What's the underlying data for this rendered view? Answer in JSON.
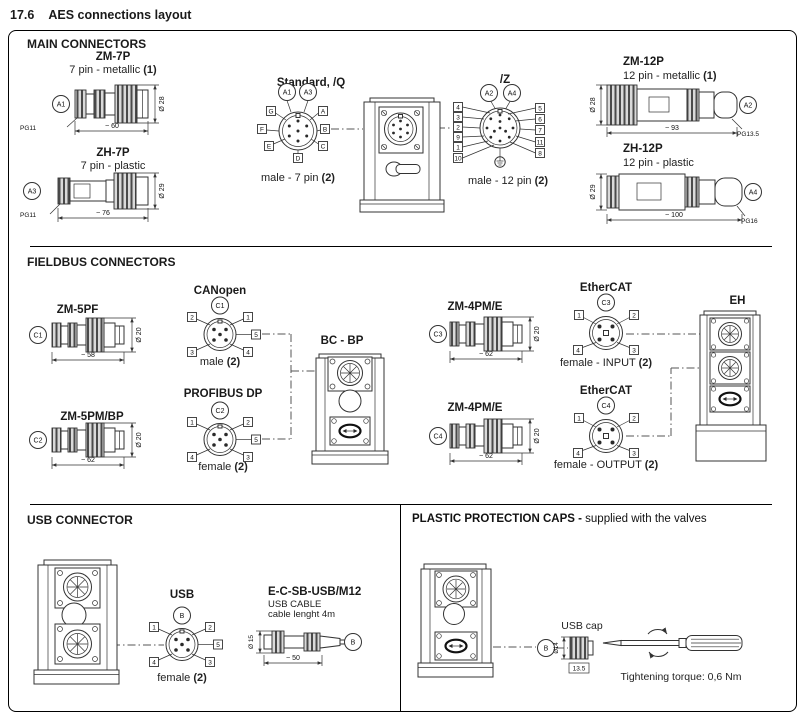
{
  "page": {
    "title_num": "17.6",
    "title_text": "AES connections layout"
  },
  "sections": {
    "main": "MAIN CONNECTORS",
    "fieldbus": "FIELDBUS CONNECTORS",
    "usb": "USB CONNECTOR",
    "caps_bold": "PLASTIC PROTECTION CAPS - ",
    "caps_rest": "supplied with the valves"
  },
  "main": {
    "zm7p": {
      "name": "ZM-7P",
      "sub": "7 pin - metallic ",
      "note": "(1)",
      "ref": "A1",
      "pg": "PG11",
      "len": "~ 60",
      "dia": "Ø 28"
    },
    "zh7p": {
      "name": "ZH-7P",
      "sub": "7 pin - plastic",
      "ref": "A3",
      "pg": "PG11",
      "len": "~ 76",
      "dia": "Ø 29"
    },
    "stdq": {
      "title": "Standard, /Q",
      "ref1": "A1",
      "ref2": "A3",
      "g": "G",
      "a": "A",
      "f": "F",
      "b": "B",
      "e": "E",
      "c": "C",
      "d": "D",
      "cap": "male - 7 pin ",
      "note": "(2)"
    },
    "z": {
      "title": "/Z",
      "ref1": "A2",
      "ref2": "A4",
      "l1": "4",
      "l2": "3",
      "l3": "2",
      "l4": "9",
      "l5": "1",
      "l6": "10",
      "r1": "5",
      "r2": "6",
      "r3": "7",
      "r4": "11",
      "r5": "8",
      "cap": "male - 12 pin ",
      "note": "(2)"
    },
    "zm12p": {
      "name": "ZM-12P",
      "sub": "12 pin - metallic ",
      "note": "(1)",
      "ref": "A2",
      "pg": "PG13.5",
      "len": "~ 93",
      "dia": "Ø 28"
    },
    "zh12p": {
      "name": "ZH-12P",
      "sub": "12 pin - plastic",
      "ref": "A4",
      "pg": "PG16",
      "len": "~ 100",
      "dia": "Ø 29"
    }
  },
  "fieldbus": {
    "zm5pf": {
      "name": "ZM-5PF",
      "ref": "C1",
      "len": "~ 58",
      "dia": "Ø 20"
    },
    "zm5pm": {
      "name": "ZM-5PM/BP",
      "ref": "C2",
      "len": "~ 62",
      "dia": "Ø 20"
    },
    "canopen": {
      "title": "CANopen",
      "ref": "C1",
      "tl": "2",
      "tr": "1",
      "r": "5",
      "bl": "3",
      "br": "4",
      "cap": "male ",
      "note": "(2)"
    },
    "profibus": {
      "title": "PROFIBUS DP",
      "ref": "C2",
      "tl": "1",
      "tr": "2",
      "r": "5",
      "bl": "4",
      "br": "3",
      "cap": "female ",
      "note": "(2)"
    },
    "bcbp": {
      "title": "BC - BP"
    },
    "zm4pm_c3": {
      "name": "ZM-4PM/E",
      "ref": "C3",
      "len": "~ 62",
      "dia": "Ø 20"
    },
    "zm4pm_c4": {
      "name": "ZM-4PM/E",
      "ref": "C4",
      "len": "~ 62",
      "dia": "Ø 20"
    },
    "ecat_in": {
      "title": "EtherCAT",
      "ref": "C3",
      "tl": "1",
      "tr": "2",
      "bl": "4",
      "br": "3",
      "cap": "female - INPUT ",
      "note": "(2)"
    },
    "ecat_out": {
      "title": "EtherCAT",
      "ref": "C4",
      "tl": "1",
      "tr": "2",
      "bl": "4",
      "br": "3",
      "cap": "female - OUTPUT ",
      "note": "(2)"
    },
    "eh": {
      "title": "EH"
    }
  },
  "usb": {
    "conn": {
      "title": "USB",
      "ref": "B",
      "tl": "1",
      "tr": "2",
      "r": "5",
      "bl": "4",
      "br": "3",
      "cap": "female ",
      "note": "(2)"
    },
    "cable": {
      "name": "E-C-SB-USB/M12",
      "line1": "USB CABLE",
      "line2": "cable lenght 4m",
      "dia": "Ø 15",
      "len": "~ 50",
      "ref": "B"
    }
  },
  "caps": {
    "cap_label": "USB cap",
    "ref": "B",
    "dia": "Ø14",
    "width": "13.5",
    "torque": "Tightening torque: 0,6 Nm"
  }
}
